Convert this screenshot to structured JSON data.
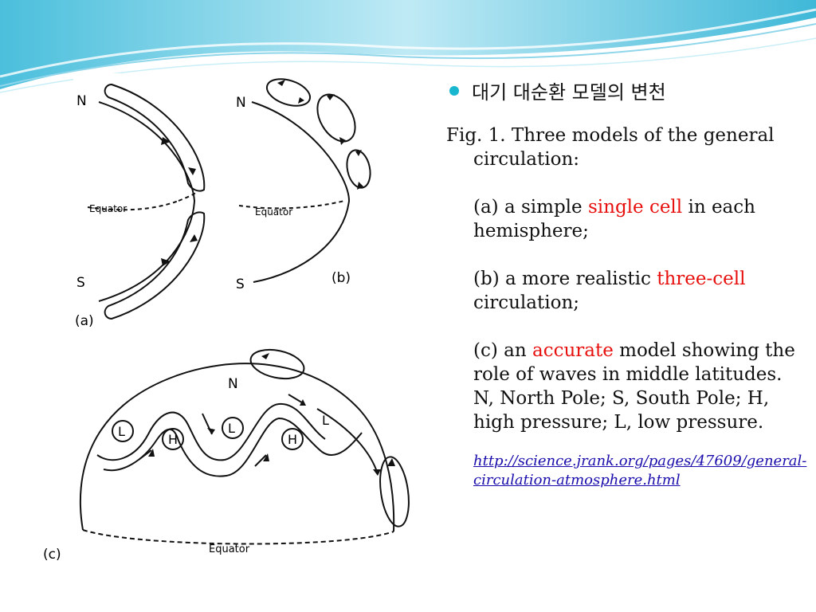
{
  "slide": {
    "heading": "대기 대순환 모델의 변천",
    "caption_title": "Fig. 1. Three models of the general circulation:",
    "item_a": {
      "prefix": "(a) a simple ",
      "highlight": "single cell",
      "suffix": " in each hemisphere;"
    },
    "item_b": {
      "prefix": "(b) a more realistic ",
      "highlight": "three-cell",
      "suffix": " circulation;"
    },
    "item_c": {
      "prefix": "(c) an ",
      "highlight": "accurate",
      "suffix": " model showing the role of waves in middle latitudes."
    },
    "legend": "N, North Pole; S, South Pole; H, high pressure; L, low pressure.",
    "source_link": "http://science.jrank.org/pages/47609/general-circulation-atmosphere.html"
  },
  "figures": {
    "a": {
      "north": "N",
      "south": "S",
      "equator": "Equator",
      "panel": "(a)"
    },
    "b": {
      "north": "N",
      "south": "S",
      "equator": "Equator",
      "panel": "(b)"
    },
    "c": {
      "north": "N",
      "equator": "Equator",
      "panel": "(c)",
      "low": "L",
      "high": "H"
    }
  },
  "colors": {
    "accent": "#18b7cf",
    "highlight": "#e8100e",
    "link": "#1a0dab"
  }
}
